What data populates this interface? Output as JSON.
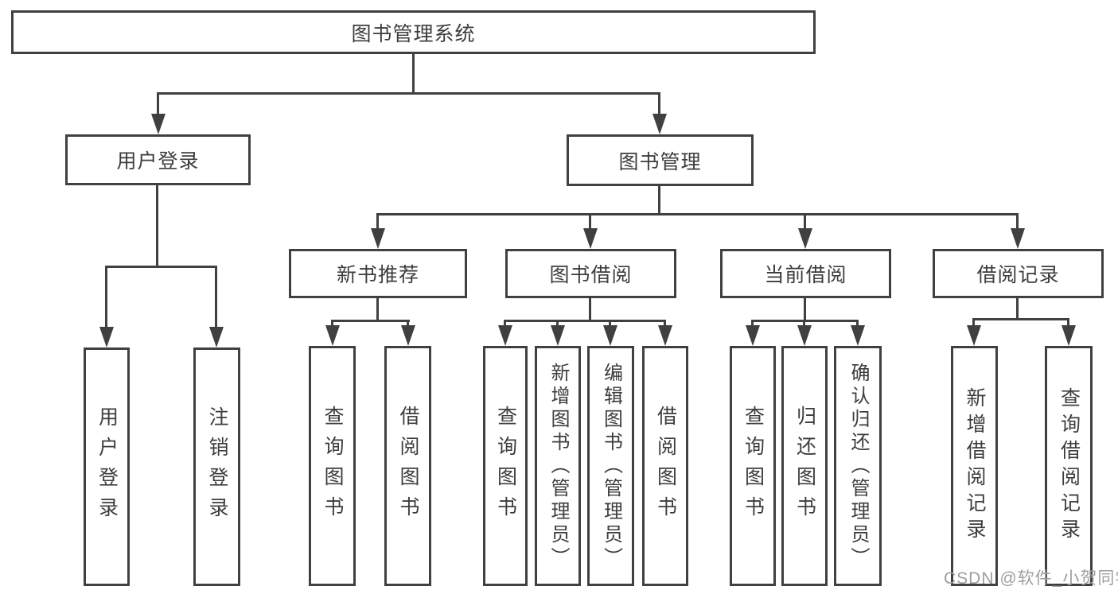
{
  "colors": {
    "line": "#404040",
    "text": "#3d3d3d",
    "watermark": "#9e9e9e",
    "bg": "#ffffff"
  },
  "diagram": {
    "root": "图书管理系统",
    "level2": {
      "user_login": "用户登录",
      "book_mgmt": "图书管理"
    },
    "level3": {
      "new_rec": "新书推荐",
      "book_borrow": "图书借阅",
      "current_borrow": "当前借阅",
      "borrow_record": "借阅记录"
    },
    "leaves": {
      "user_login": "用户登录",
      "logout": "注销登录",
      "query_book_a": "查询图书",
      "borrow_book_a": "借阅图书",
      "query_book_b": "查询图书",
      "add_book": "新增图书（管理员）",
      "edit_book": "编辑图书（管理员）",
      "borrow_book_b": "借阅图书",
      "query_book_c": "查询图书",
      "return_book": "归还图书",
      "confirm_return": "确认归还（管理员）",
      "add_record": "新增借阅记录",
      "query_record": "查询借阅记录"
    }
  },
  "watermark": "CSDN @软件_小贺同学"
}
